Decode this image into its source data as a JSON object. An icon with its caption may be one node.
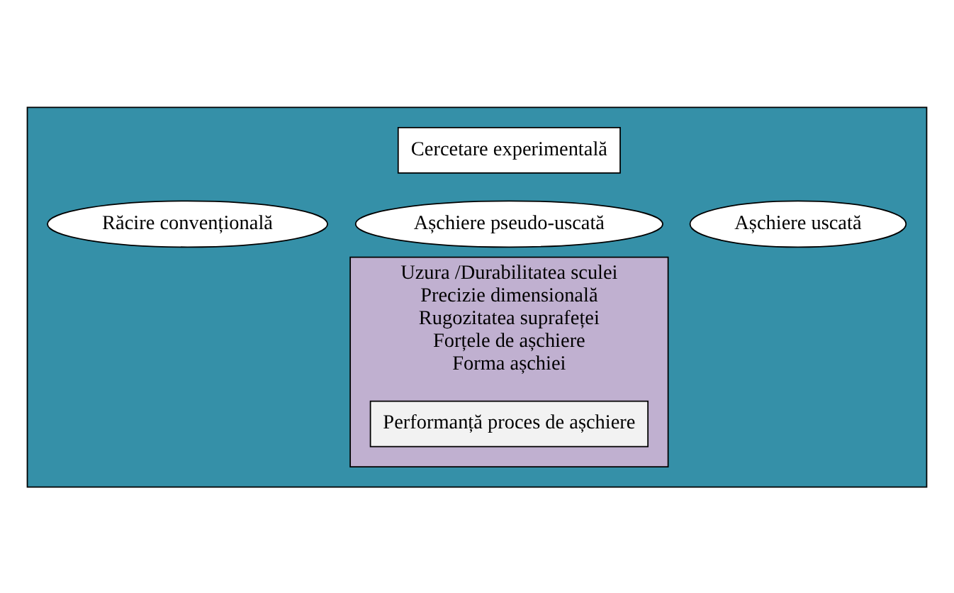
{
  "diagram": {
    "nodes": [
      {
        "text": [],
        "shape": "box"
      },
      {
        "text": [
          "Cercetare experimentală"
        ],
        "in": 0
      },
      {
        "text": [
          "Răcire convențională"
        ],
        "in": 0
      },
      {
        "text": [
          "Așchiere pseudo-uscată"
        ],
        "in": 0
      },
      {
        "text": [
          "Așchiere uscată"
        ],
        "in": 0
      },
      {
        "text": [
          "Uzura /Durabilitatea sculei",
          "Precizie dimensională",
          "Rugozitatea suprafeței",
          "Forțele de așchiere",
          "Forma așchiei"
        ],
        "in": 0
      },
      {
        "text": [
          "Performanță proces de așchiere"
        ],
        "in": 5
      }
    ],
    "edges": []
  }
}
